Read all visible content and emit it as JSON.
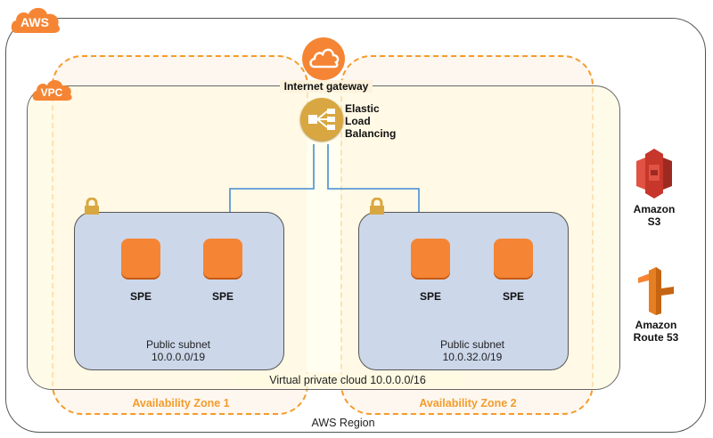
{
  "diagram": {
    "aws_badge": "AWS",
    "vpc_badge": "VPC",
    "region_label": "AWS Region",
    "vpc_label": "Virtual private cloud 10.0.0.0/16",
    "internet_gateway": "Internet gateway",
    "elb": {
      "line1": "Elastic",
      "line2": "Load",
      "line3": "Balancing"
    },
    "zones": [
      {
        "label": "Availability Zone 1",
        "subnet": {
          "name": "Public subnet",
          "cidr": "10.0.0.0/19"
        },
        "instances": [
          "SPE",
          "SPE"
        ]
      },
      {
        "label": "Availability Zone 2",
        "subnet": {
          "name": "Public subnet",
          "cidr": "10.0.32.0/19"
        },
        "instances": [
          "SPE",
          "SPE"
        ]
      }
    ],
    "services": [
      {
        "line1": "Amazon",
        "line2": "S3",
        "icon": "s3-bucket-icon"
      },
      {
        "line1": "Amazon",
        "line2": "Route 53",
        "icon": "route53-icon"
      }
    ],
    "colors": {
      "orange": "#f58534",
      "dash": "#f39c2c",
      "elb": "#d9a741",
      "connector": "#5b9bd5",
      "s3": "#e05243",
      "subnet": "#ccd7ea"
    }
  }
}
